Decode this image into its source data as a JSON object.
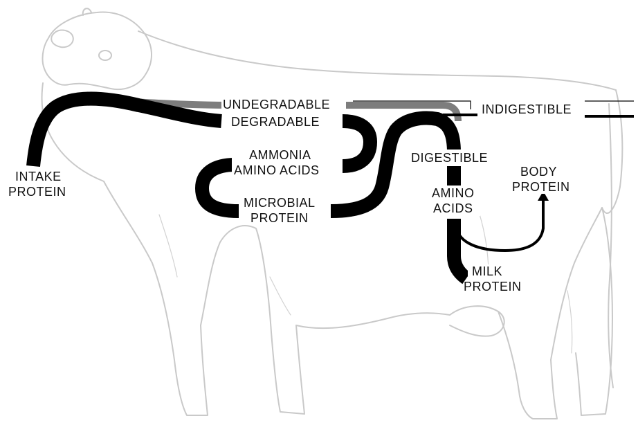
{
  "labels": {
    "intake_protein": [
      "INTAKE",
      "PROTEIN"
    ],
    "undegradable": "UNDEGRADABLE",
    "degradable": "DEGRADABLE",
    "ammonia_amino_acids": [
      "AMMONIA",
      "AMINO ACIDS"
    ],
    "microbial_protein": [
      "MICROBIAL",
      "PROTEIN"
    ],
    "indigestible": "INDIGESTIBLE",
    "digestible": "DIGESTIBLE",
    "amino_acids": [
      "AMINO",
      "ACIDS"
    ],
    "body_protein": [
      "BODY",
      "PROTEIN"
    ],
    "milk_protein": [
      "MILK",
      "PROTEIN"
    ]
  },
  "colors": {
    "background": "#ffffff",
    "cow_outline": "#c9c9c9",
    "flow_primary": "#000000",
    "flow_undegradable": "#7d7d7d",
    "text": "#111111"
  }
}
